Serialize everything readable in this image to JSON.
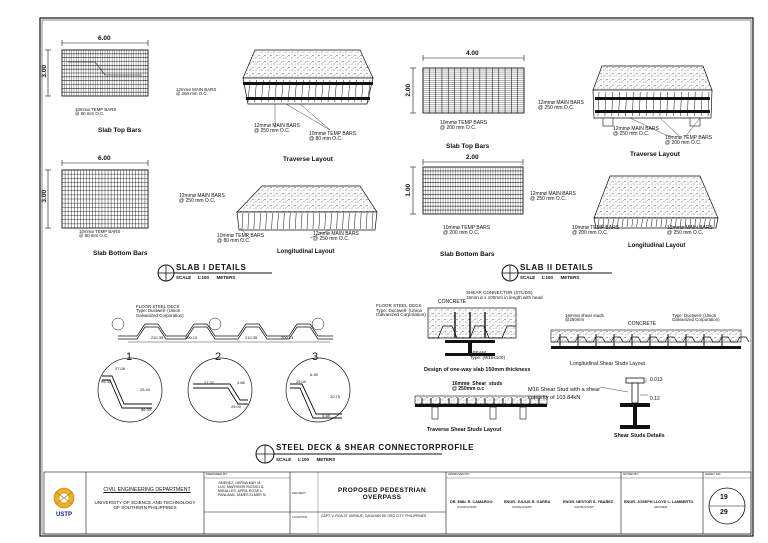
{
  "slab1": {
    "top": {
      "dim_x": "6.00",
      "dim_y": "3.00",
      "caption": "Slab Top Bars",
      "note_main": "12mmø MAIN BARS\n@ 250 mm O.C.",
      "note_temp": "10mmø TEMP BARS\n@ 80 mm O.C."
    },
    "traverse": {
      "caption": "Traverse  Layout",
      "main": "12mmø MAIN BARS\n@ 250 mm O.C.",
      "temp": "10mmø TEMP BARS\n@ 80 mm O.C."
    },
    "bottom": {
      "dim_x": "6.00",
      "dim_y": "3.00",
      "caption": "Slab Bottom Bars",
      "note_main": "12mmø MAIN BARS\n@ 250 mm O.C.",
      "note_temp": "10mmø TEMP BARS\n@ 80 mm O.C."
    },
    "longitudinal": {
      "caption": "Longitudinal  Layout",
      "temp": "10mmø TEMP BARS\n@ 80 mm O.C.",
      "main": "12mmø MAIN BARS\n@ 250 mm O.C."
    },
    "details": {
      "title": "SLAB I DETAILS",
      "scale": "SCALE     1:100      METERS"
    }
  },
  "slab2": {
    "top": {
      "dim_x": "4.00",
      "dim_y": "2.00",
      "caption": "Slab Top Bars",
      "note_temp": "10mmø TEMP BARS\n@ 200 mm O.C.",
      "note_main": "12mmø MAIN BARS\n@ 250 mm O.C."
    },
    "traverse": {
      "caption": "Traverse  Layout",
      "main": "12mmø MAIN BARS\n@ 250 mm O.C.",
      "temp": "10mmø TEMP BARS\n@ 200 mm O.C."
    },
    "bottom": {
      "dim_x": "2.00",
      "dim_y": "1.00",
      "caption": "Slab Bottom Bars",
      "note_main": "12mmø MAIN BARS\n@ 250 mm O.C.",
      "note_temp": "10mmø TEMP BARS\n@ 200 mm O.C."
    },
    "longitudinal": {
      "caption": "Longitudinal  Layout",
      "temp": "10mmø TEMP BARS\n@ 200 mm O.C.",
      "main": "12mmø MAIN BARS\n@ 250 mm O.C."
    },
    "details": {
      "title": "SLAB II DETAILS",
      "scale": "SCALE     1:100      METERS"
    }
  },
  "deck": {
    "floor_label": "FLOOR STEEL DECK\nType: Ductwell- (Union\nGalvanized Corporation)",
    "profile_dims": [
      "210.35",
      "200.13",
      "210.35",
      "200.13"
    ],
    "detail_nums": [
      "1",
      "2",
      "3"
    ],
    "d1": [
      "27.08",
      "25.40",
      "95.30",
      "86.30"
    ],
    "d2": [
      "27.37",
      "4.68",
      "25.00"
    ],
    "d3": [
      "25.00",
      "6.48",
      "10.75",
      "4.48"
    ]
  },
  "shear": {
    "floor_label": "FLOOR STEEL DECK\nType: Ductwell- (Union\nGalvanized Corporation)",
    "concrete": "CONCRETE",
    "connector": "SHEAR CONNECTOR (STUDS)\n16mm ø x 100mm in length with head",
    "ibeam": "I-BEAM\nType: (W16x100)",
    "design": "Design of one-way slab 150mm thickness",
    "stud_note": "16mmø shear studs\n@250mm",
    "type_note": "Type: Ductwell- (Union\nGalvanized Corporation)",
    "concrete2": "CONCRETE",
    "long_caption": "Longitudinal Shear Studs Layout",
    "trav_note": "16mmø  Shear  studs\n@ 250mm o.c",
    "trav_caption": "Traverse Shear Studs Layout",
    "m16": "M16 Shear Stud with a shear\ncapacity of 103.84kN",
    "dim_a": "0.013",
    "dim_b": "0.12",
    "details_caption": "Shear Studs Details"
  },
  "profile": {
    "title": "STEEL DECK & SHEAR CONNECTORPROFILE",
    "scale": "SCALE     1:100      METERS"
  },
  "title_block": {
    "logo": "USTP",
    "dept": "CIVIL ENGINEERING DEPARTMENT",
    "univ": "UNIVERSITY OF SCIENCE AND TECHNOLOGY\nOF SOUTHERN PHILIPPINES",
    "prepared_label": "PREPARED BY:",
    "preparers": "JIMENEZ, HERNA MAY M.\nLUX, MARYBOR RIOSSO A.\nMIRALLES, APRIL ROSE L.\nPANLAAN, JAMES ELMER N.",
    "project_label": "PROJECT",
    "project": "PROPOSED PEDESTRIAN\nOVERPASS",
    "location_label": "LOCATION",
    "location": "CAPT. V. ROA ST. AVENUE, CAGAYAN DE ORO CITY, PHILIPPINES",
    "approved_label": "APPROVED BY:",
    "engr1": "DR. EMIL R. CAMARGO",
    "engr2": "ENGR. JULIUS R. GARRA",
    "engr3": "ENGR. NESTOR S. YBAÑEZ",
    "role1": "CONSULTANT",
    "role2": "CONSULTANT",
    "role3": "CONSULTANT",
    "noted_label": "NOTED BY:",
    "engr4": "ENGR. JOSEPH LLOYD L. LAMBERTO",
    "role4": "ADVISER",
    "sheet_label": "SHEET NO.",
    "sheet_no": "19",
    "sheet_total": "29"
  }
}
